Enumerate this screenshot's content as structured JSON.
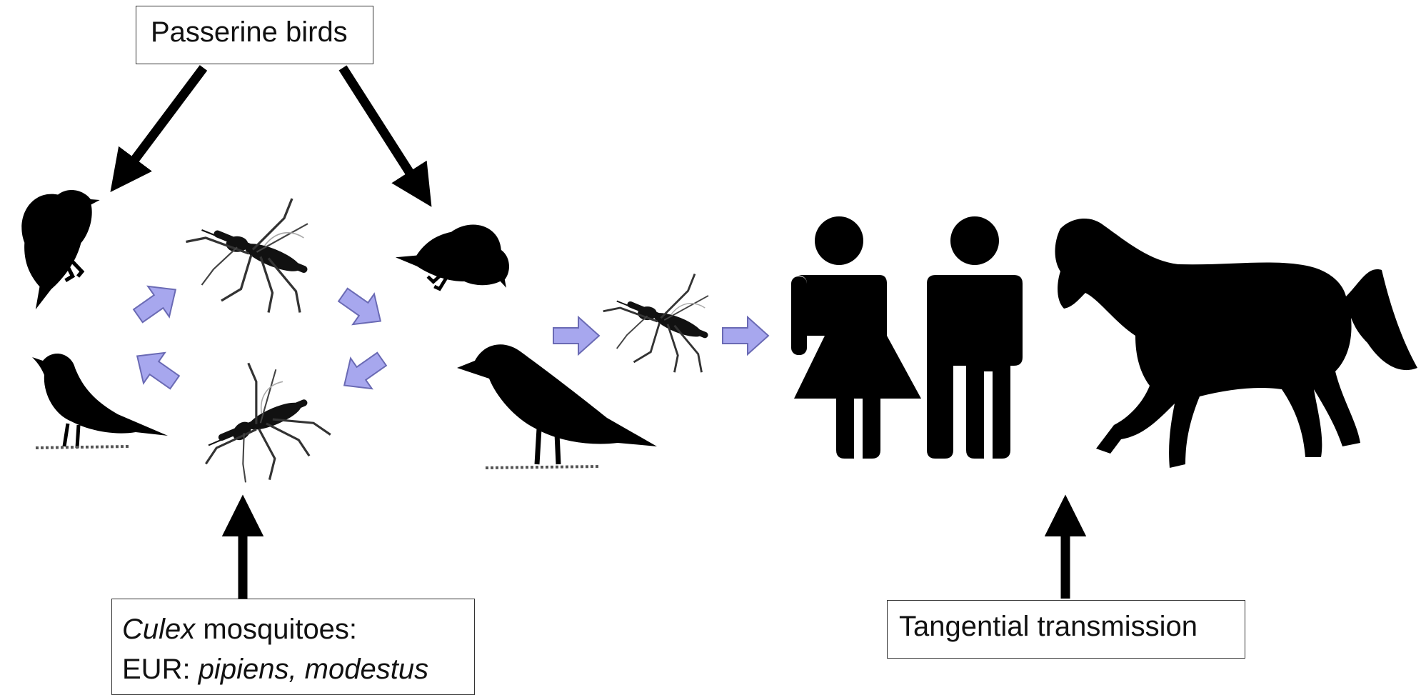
{
  "labels": {
    "passerine_birds": "Passerine birds",
    "culex_genus": "Culex",
    "culex_rest": " mosquitoes:",
    "eur_prefix": "EUR: ",
    "eur_species": "pipiens, modestus",
    "tangential": "Tangential transmission"
  },
  "colors": {
    "silhouette": "#000000",
    "cycle_arrow_fill": "#a7a7ee",
    "cycle_arrow_stroke": "#6a6ab4",
    "pointer_arrow": "#000000"
  },
  "icons": [
    "bird-icon",
    "mosquito-icon",
    "woman-icon",
    "man-icon",
    "horse-icon",
    "arrow-icon"
  ]
}
